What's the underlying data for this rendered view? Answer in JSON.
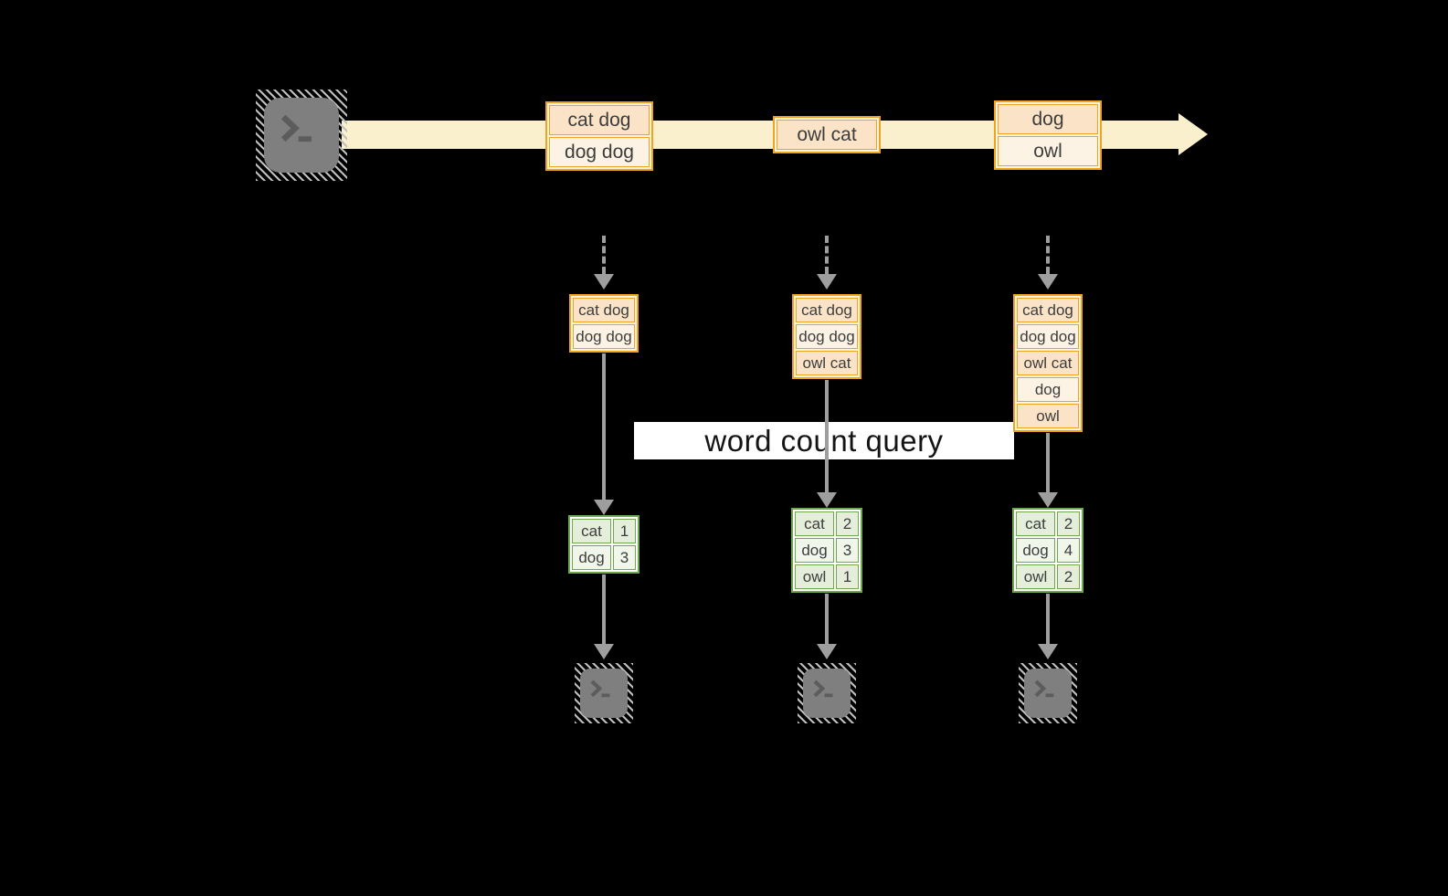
{
  "query_label": "word count query",
  "colors": {
    "background": "#000000",
    "stream_fill": "#FBF0CD",
    "event_border": "#F0A41E",
    "event_fill_dark": "#FAE3C6",
    "event_fill_light": "#FDF3E4",
    "table_border": "#6DA84E",
    "table_fill_dark": "#E5EEDA",
    "table_fill_light": "#F1F6EA",
    "arrow_gray": "#9E9E9E",
    "terminal_gray": "#7F7F7F",
    "query_band_bg": "#FFFFFF",
    "text_dark": "#3D3D3D"
  },
  "stream": {
    "source_icon": "terminal-icon",
    "events": [
      {
        "rows": [
          "cat dog",
          "dog dog"
        ]
      },
      {
        "rows": [
          "owl cat"
        ]
      },
      {
        "rows": [
          "dog",
          "owl"
        ]
      }
    ]
  },
  "columns": [
    {
      "state_rows": [
        "cat dog",
        "dog dog"
      ],
      "counts": [
        {
          "word": "cat",
          "count": "1"
        },
        {
          "word": "dog",
          "count": "3"
        }
      ],
      "sink_icon": "terminal-icon"
    },
    {
      "state_rows": [
        "cat dog",
        "dog dog",
        "owl cat"
      ],
      "counts": [
        {
          "word": "cat",
          "count": "2"
        },
        {
          "word": "dog",
          "count": "3"
        },
        {
          "word": "owl",
          "count": "1"
        }
      ],
      "sink_icon": "terminal-icon"
    },
    {
      "state_rows": [
        "cat dog",
        "dog dog",
        "owl cat",
        "dog",
        "owl"
      ],
      "counts": [
        {
          "word": "cat",
          "count": "2"
        },
        {
          "word": "dog",
          "count": "4"
        },
        {
          "word": "owl",
          "count": "2"
        }
      ],
      "sink_icon": "terminal-icon"
    }
  ]
}
